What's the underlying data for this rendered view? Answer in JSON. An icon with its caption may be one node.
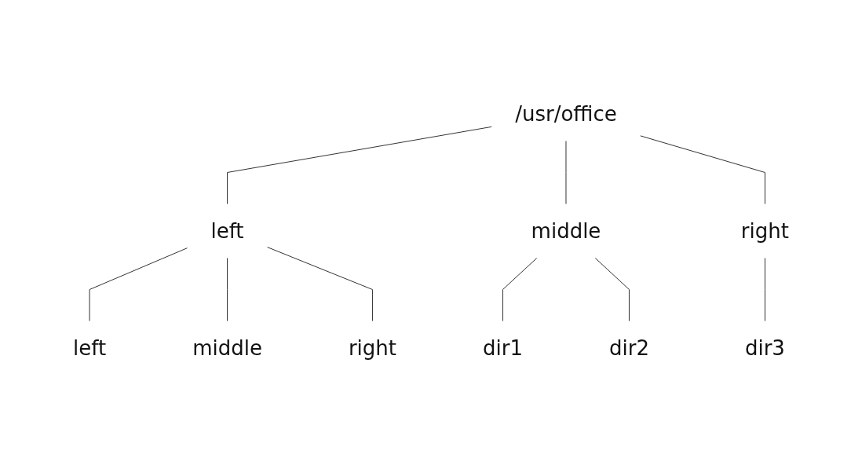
{
  "diagram": {
    "nodes": [
      {
        "text": [
          "/usr/office"
        ]
      },
      {
        "text": [
          "left"
        ]
      },
      {
        "text": [
          "middle"
        ]
      },
      {
        "text": [
          "right"
        ]
      },
      {
        "text": [
          "left"
        ]
      },
      {
        "text": [
          "middle"
        ]
      },
      {
        "text": [
          "right"
        ]
      },
      {
        "text": [
          "dir1"
        ]
      },
      {
        "text": [
          "dir2"
        ]
      },
      {
        "text": [
          "dir3"
        ]
      }
    ],
    "edges": [
      {
        "from": 0,
        "to": 1,
        "arrow": "none"
      },
      {
        "from": 0,
        "to": 2,
        "arrow": "none"
      },
      {
        "from": 0,
        "to": 3,
        "arrow": "none"
      },
      {
        "from": 1,
        "to": 4,
        "arrow": "none"
      },
      {
        "from": 1,
        "to": 5,
        "arrow": "none"
      },
      {
        "from": 1,
        "to": 6,
        "arrow": "none"
      },
      {
        "from": 2,
        "to": 7,
        "arrow": "none"
      },
      {
        "from": 2,
        "to": 8,
        "arrow": "none"
      },
      {
        "from": 3,
        "to": 9,
        "arrow": "none"
      }
    ]
  }
}
